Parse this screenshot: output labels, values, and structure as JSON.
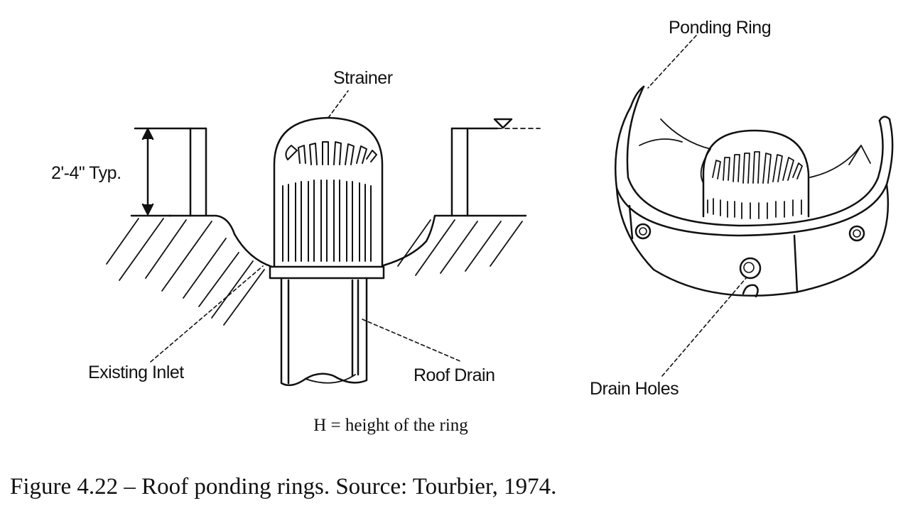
{
  "labels": {
    "strainer": "Strainer",
    "height": "2'-4\" Typ.",
    "existing_inlet": "Existing Inlet",
    "roof_drain": "Roof Drain",
    "ponding_ring": "Ponding Ring",
    "drain_holes": "Drain Holes"
  },
  "caption": {
    "note": "H = height of the ring",
    "figure": "Figure 4.22 – Roof ponding rings. Source: Tourbier, 1974."
  }
}
